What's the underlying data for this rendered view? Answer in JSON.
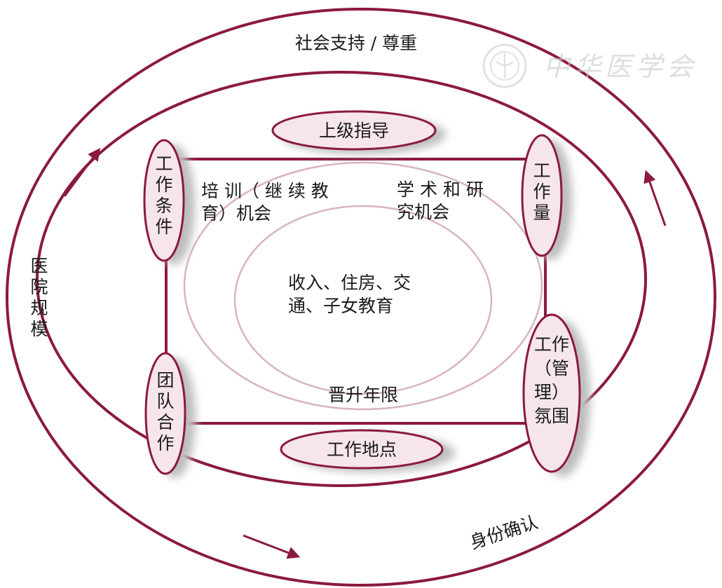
{
  "outer_ring": {
    "top": "社会支持 / 尊重",
    "left": "医院规模",
    "bottom": "身份确认"
  },
  "boxes": {
    "top": "上级指导",
    "bottom": "工作地点",
    "left_upper": "工作条件",
    "left_lower": "团队合作",
    "right_upper": "工作量",
    "right_lower_lines": [
      "工作",
      "（管",
      "理）",
      "氛围"
    ]
  },
  "inner": {
    "training": [
      "培 训（ 继 续 教",
      "育）机会"
    ],
    "research": [
      "学 术 和 研",
      "究机会"
    ],
    "core": [
      "收入、住房、交",
      "通、子女教育"
    ],
    "promotion": "晋升年限"
  },
  "watermark": {
    "text": "中华医学会"
  },
  "colors": {
    "line": "#8b1a3c",
    "fill": "#f6e6ec",
    "inner_ring": "#d8b4c0",
    "shadow": "#bdbdbd"
  }
}
